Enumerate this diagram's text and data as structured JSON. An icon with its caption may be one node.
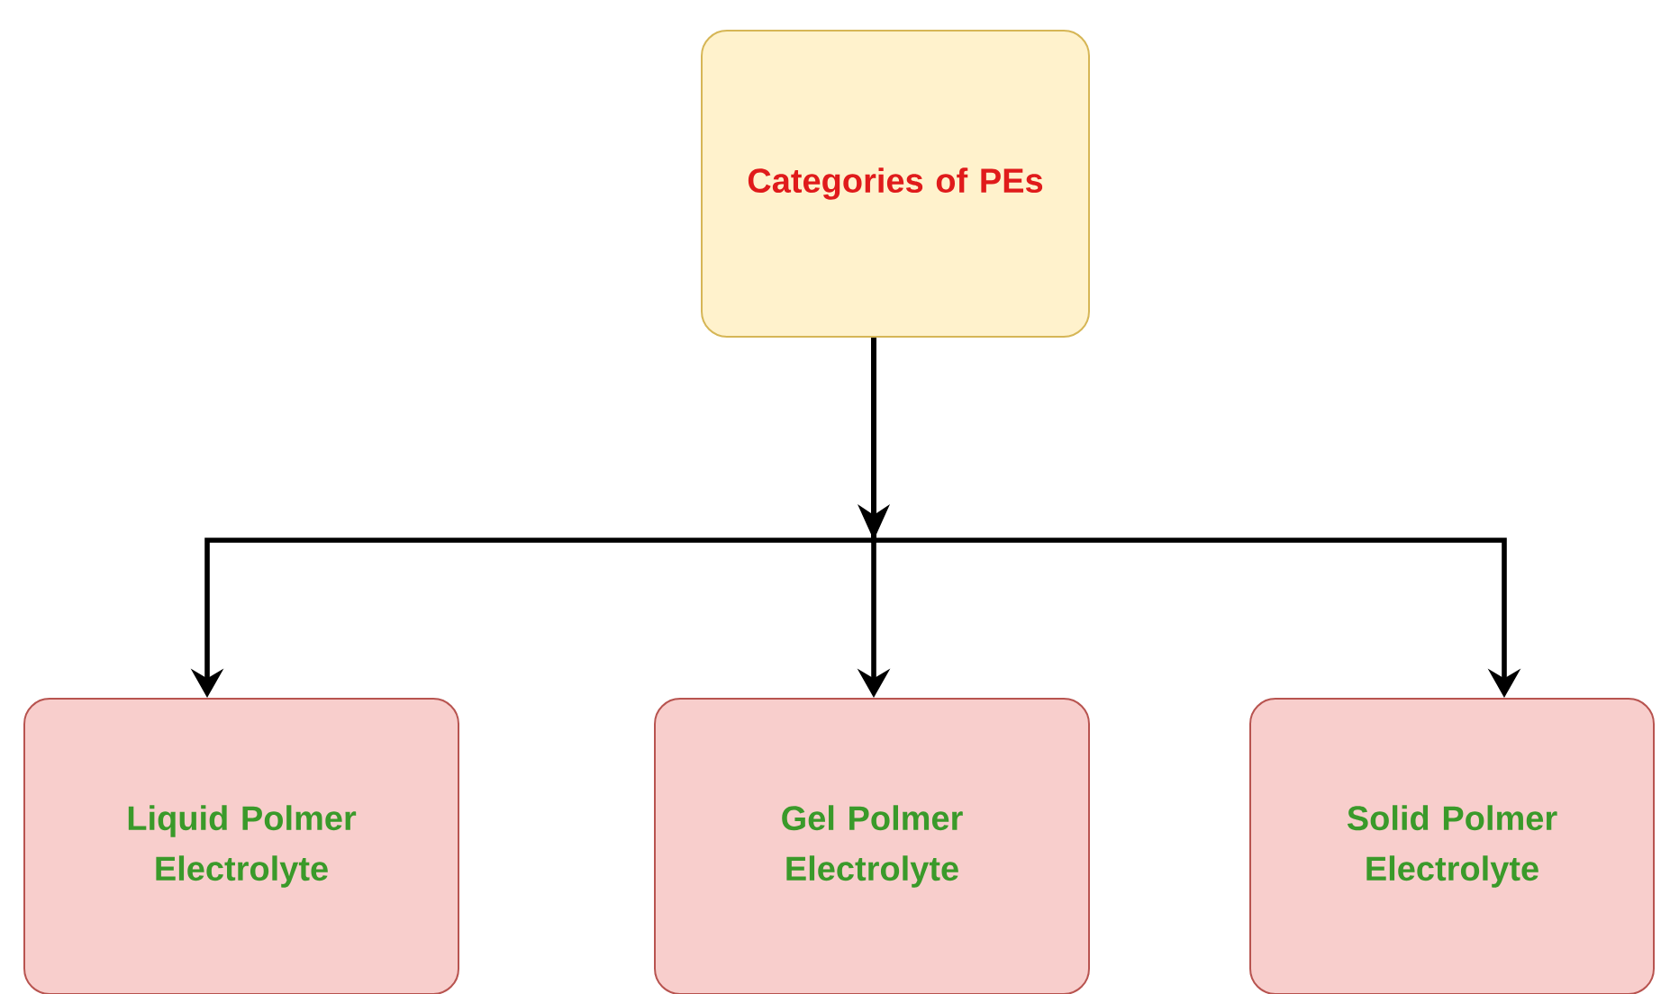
{
  "diagram": {
    "nodes": [
      {
        "text": [
          "Categories of PEs"
        ]
      },
      {
        "text": [
          "Liquid Polmer Electrolyte"
        ]
      },
      {
        "text": [
          "Gel Polmer Electrolyte"
        ]
      },
      {
        "text": [
          "Solid Polmer Electrolyte"
        ]
      }
    ],
    "edges": [
      {
        "from": 0,
        "to": 1,
        "arrow": "to"
      },
      {
        "from": 0,
        "to": 2,
        "arrow": "to"
      },
      {
        "from": 0,
        "to": 3,
        "arrow": "to"
      }
    ]
  }
}
